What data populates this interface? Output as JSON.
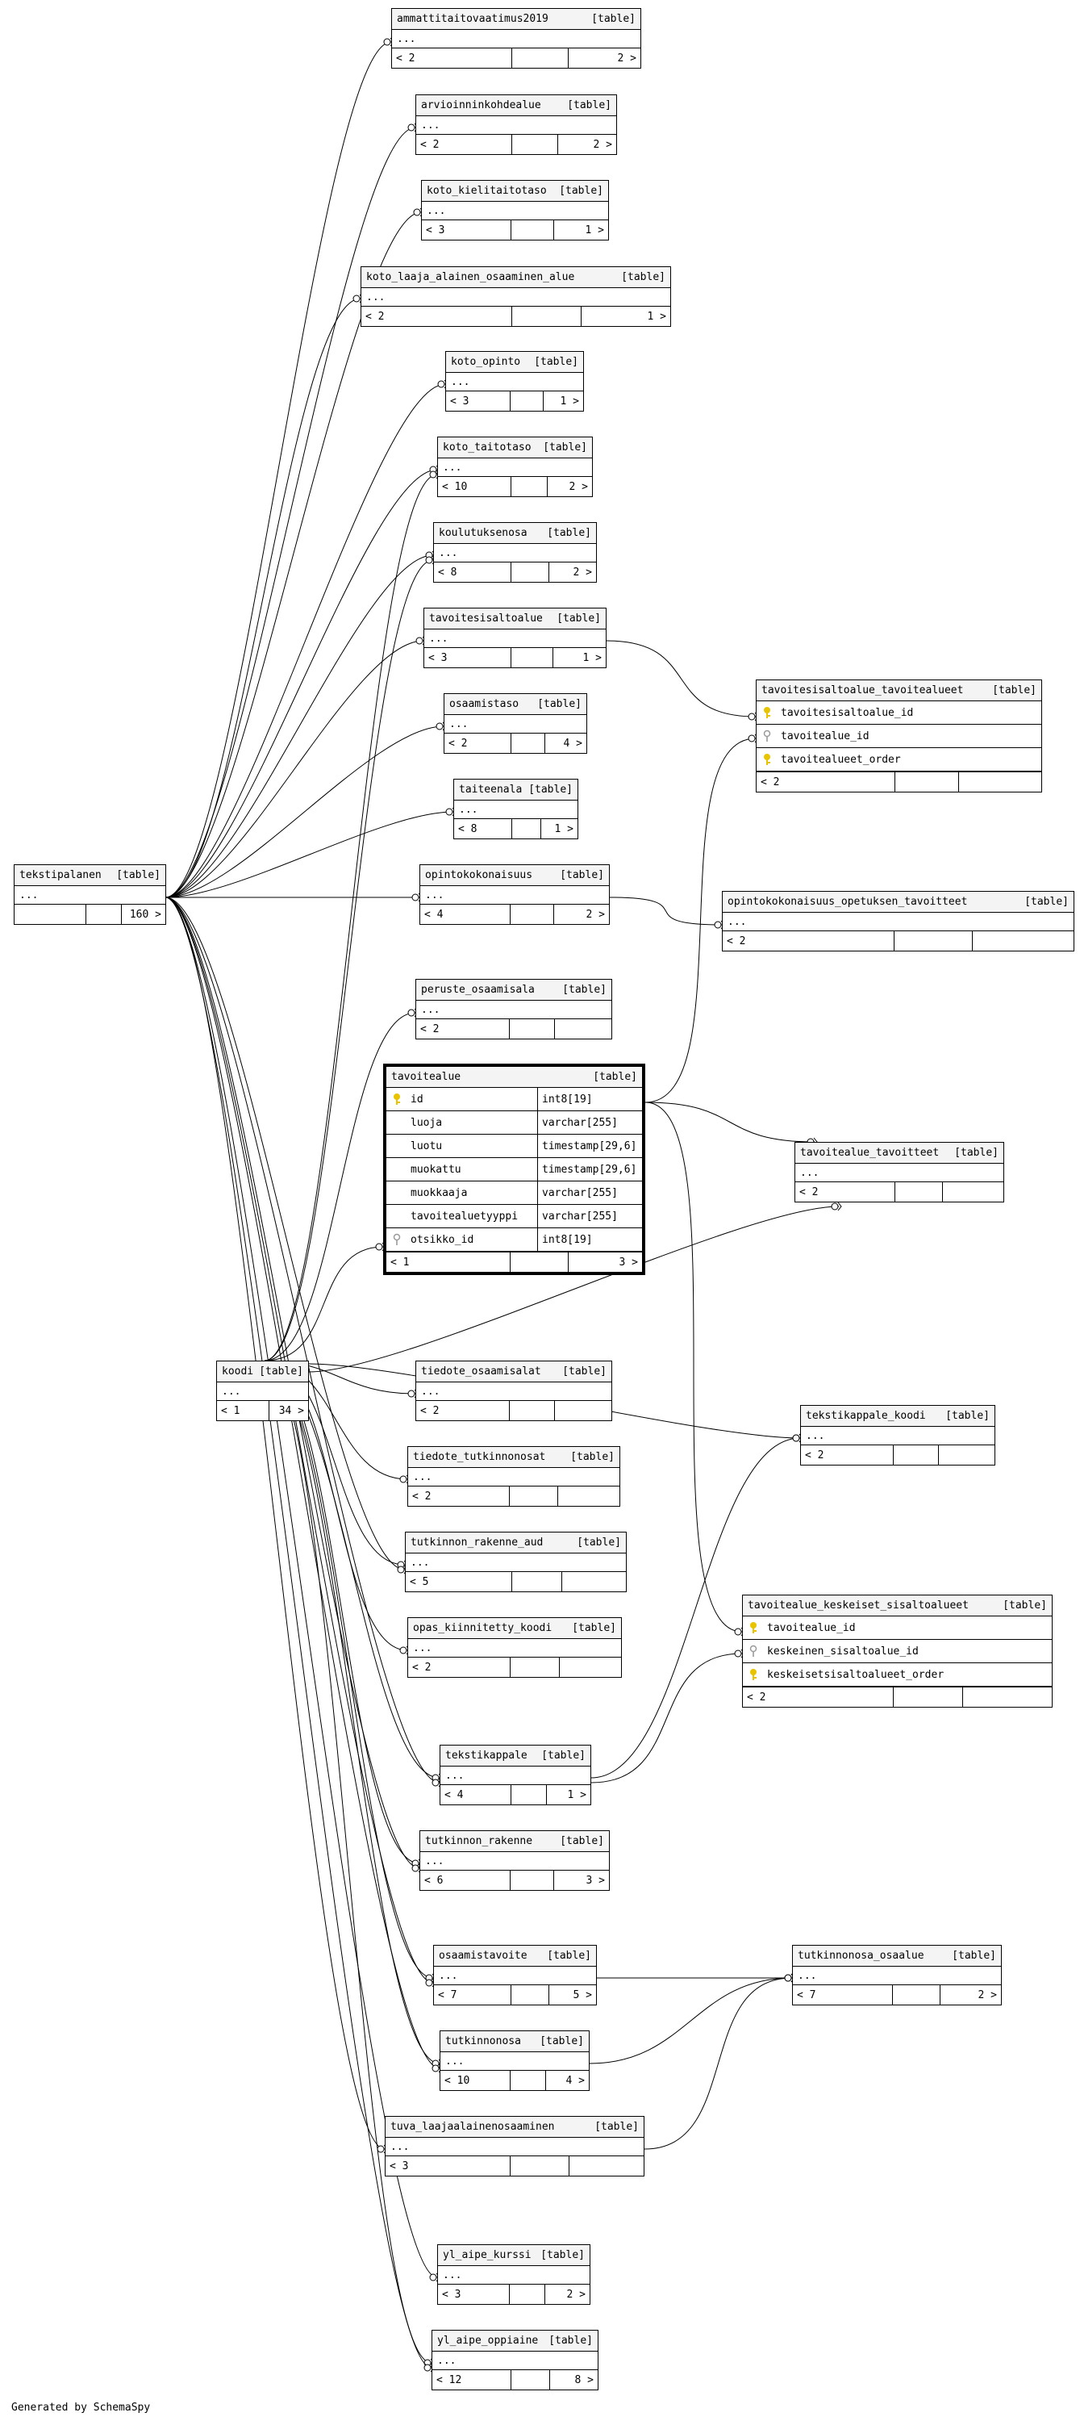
{
  "tag": "[table]",
  "dots": "...",
  "credit": "Generated by SchemaSpy",
  "colors": {
    "pk_key": "#e8c400",
    "fk_key": "#9a9a9a",
    "line": "#000000"
  },
  "tables": {
    "ammattitaitovaatimus2019": {
      "name": "ammattitaitovaatimus2019",
      "left": "< 2",
      "right": "2 >"
    },
    "arvioinninkohdealue": {
      "name": "arvioinninkohdealue",
      "left": "< 2",
      "right": "2 >"
    },
    "koto_kielitaitotaso": {
      "name": "koto_kielitaitotaso",
      "left": "< 3",
      "right": "1 >"
    },
    "koto_laaja_alainen_osaaminen_alue": {
      "name": "koto_laaja_alainen_osaaminen_alue",
      "left": "< 2",
      "right": "1 >"
    },
    "koto_opinto": {
      "name": "koto_opinto",
      "left": "< 3",
      "right": "1 >"
    },
    "koto_taitotaso": {
      "name": "koto_taitotaso",
      "left": "< 10",
      "right": "2 >"
    },
    "koulutuksenosa": {
      "name": "koulutuksenosa",
      "left": "< 8",
      "right": "2 >"
    },
    "tavoitesisaltoalue": {
      "name": "tavoitesisaltoalue",
      "left": "< 3",
      "right": "1 >"
    },
    "osaamistaso": {
      "name": "osaamistaso",
      "left": "< 2",
      "right": "4 >"
    },
    "taiteenala": {
      "name": "taiteenala",
      "left": "< 8",
      "right": "1 >"
    },
    "opintokokonaisuus": {
      "name": "opintokokonaisuus",
      "left": "< 4",
      "right": "2 >"
    },
    "peruste_osaamisala": {
      "name": "peruste_osaamisala",
      "left": "< 2",
      "right": ""
    },
    "tekstipalanen": {
      "name": "tekstipalanen",
      "left": "",
      "right": "160 >"
    },
    "tavoitesisaltoalue_tavoitealueet": {
      "name": "tavoitesisaltoalue_tavoitealueet",
      "left": "< 2",
      "right": "",
      "columns": [
        {
          "name": "tavoitesisaltoalue_id",
          "key": "pk"
        },
        {
          "name": "tavoitealue_id",
          "key": "fk"
        },
        {
          "name": "tavoitealueet_order",
          "key": "pk"
        }
      ]
    },
    "opintokokonaisuus_opetuksen_tavoitteet": {
      "name": "opintokokonaisuus_opetuksen_tavoitteet",
      "left": "< 2",
      "right": ""
    },
    "tavoitealue": {
      "name": "tavoitealue",
      "left": "< 1",
      "right": "3 >",
      "columns": [
        {
          "name": "id",
          "type": "int8[19]",
          "key": "pk"
        },
        {
          "name": "luoja",
          "type": "varchar[255]",
          "key": ""
        },
        {
          "name": "luotu",
          "type": "timestamp[29,6]",
          "key": ""
        },
        {
          "name": "muokattu",
          "type": "timestamp[29,6]",
          "key": ""
        },
        {
          "name": "muokkaaja",
          "type": "varchar[255]",
          "key": ""
        },
        {
          "name": "tavoitealuetyyppi",
          "type": "varchar[255]",
          "key": ""
        },
        {
          "name": "otsikko_id",
          "type": "int8[19]",
          "key": "fk"
        }
      ]
    },
    "tavoitealue_tavoitteet": {
      "name": "tavoitealue_tavoitteet",
      "left": "< 2",
      "right": ""
    },
    "koodi": {
      "name": "koodi",
      "left": "< 1",
      "right": "34 >"
    },
    "tiedote_osaamisalat": {
      "name": "tiedote_osaamisalat",
      "left": "< 2",
      "right": ""
    },
    "tekstikappale_koodi": {
      "name": "tekstikappale_koodi",
      "left": "< 2",
      "right": ""
    },
    "tiedote_tutkinnonosat": {
      "name": "tiedote_tutkinnonosat",
      "left": "< 2",
      "right": ""
    },
    "tutkinnon_rakenne_aud": {
      "name": "tutkinnon_rakenne_aud",
      "left": "< 5",
      "right": ""
    },
    "tavoitealue_keskeiset_sisaltoalueet": {
      "name": "tavoitealue_keskeiset_sisaltoalueet",
      "left": "< 2",
      "right": "",
      "columns": [
        {
          "name": "tavoitealue_id",
          "key": "pk"
        },
        {
          "name": "keskeinen_sisaltoalue_id",
          "key": "fk"
        },
        {
          "name": "keskeisetsisaltoalueet_order",
          "key": "pk"
        }
      ]
    },
    "opas_kiinnitetty_koodi": {
      "name": "opas_kiinnitetty_koodi",
      "left": "< 2",
      "right": ""
    },
    "tekstikappale": {
      "name": "tekstikappale",
      "left": "< 4",
      "right": "1 >"
    },
    "tutkinnon_rakenne": {
      "name": "tutkinnon_rakenne",
      "left": "< 6",
      "right": "3 >"
    },
    "osaamistavoite": {
      "name": "osaamistavoite",
      "left": "< 7",
      "right": "5 >"
    },
    "tutkinnonosa_osaalue": {
      "name": "tutkinnonosa_osaalue",
      "left": "< 7",
      "right": "2 >"
    },
    "tutkinnonosa": {
      "name": "tutkinnonosa",
      "left": "< 10",
      "right": "4 >"
    },
    "tuva_laajaalainenosaaminen": {
      "name": "tuva_laajaalainenosaaminen",
      "left": "< 3",
      "right": ""
    },
    "yl_aipe_kurssi": {
      "name": "yl_aipe_kurssi",
      "left": "< 3",
      "right": "2 >"
    },
    "yl_aipe_oppiaine": {
      "name": "yl_aipe_oppiaine",
      "left": "< 12",
      "right": "8 >"
    }
  }
}
